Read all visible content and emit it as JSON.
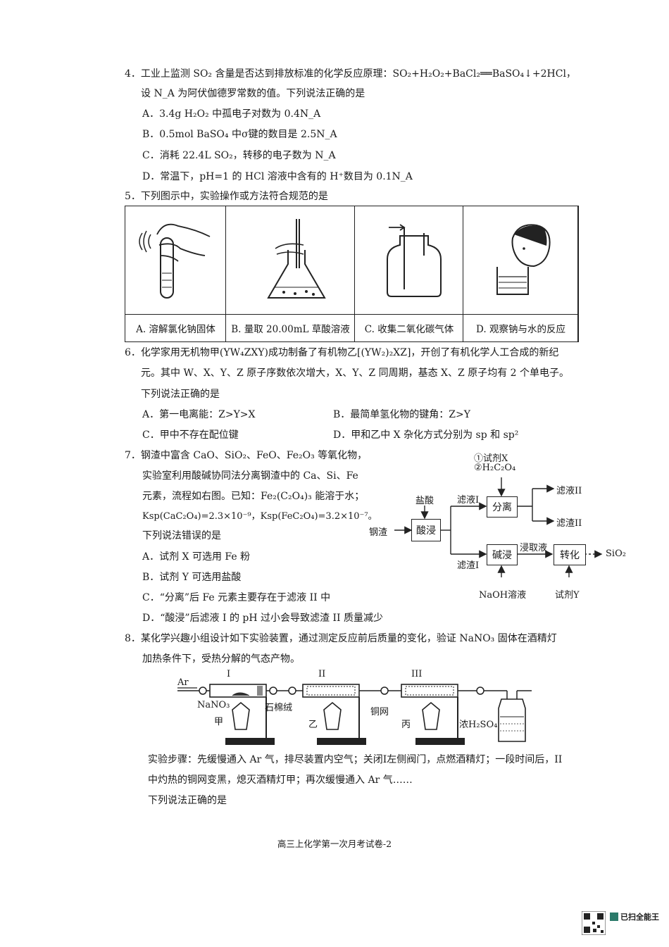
{
  "q4": {
    "stem_1": "4．工业上监测 SO₂ 含量是否达到排放标准的化学反应原理：SO₂+H₂O₂+BaCl₂══BaSO₄↓+2HCl，",
    "stem_2": "设 N_A 为阿伏伽德罗常数的值。下列说法正确的是",
    "A": "A．3.4g H₂O₂ 中孤电子对数为 0.4N_A",
    "B": "B．0.5mol BaSO₄ 中σ键的数目是 2.5N_A",
    "C": "C．消耗 22.4L SO₂，转移的电子数为 N_A",
    "D": "D．常温下，pH=1 的 HCl 溶液中含有的 H⁺数目为 0.1N_A"
  },
  "q5": {
    "stem": "5．下列图示中，实验操作或方法符合规范的是",
    "captions": [
      "A. 溶解氯化钠固体",
      "B. 量取 20.00mL 草酸溶液",
      "C. 收集二氧化碳气体",
      "D. 观察钠与水的反应"
    ]
  },
  "q6": {
    "stem_1": "6．化学家用无机物甲(YW₄ZXY)成功制备了有机物乙[(YW₂)₂XZ]，开创了有机化学人工合成的新纪",
    "stem_2": "元。其中 W、X、Y、Z 原子序数依次增大，X、Y、Z 同周期，基态 X、Z 原子均有 2 个单电子。",
    "stem_3": "下列说法正确的是",
    "A": "A．第一电离能：Z>Y>X",
    "B": "B．最简单氢化物的键角：Z>Y",
    "C": "C．甲中不存在配位键",
    "D": "D．甲和乙中 X 杂化方式分别为 sp 和 sp²"
  },
  "q7": {
    "stem_1": "7．钢渣中富含 CaO、SiO₂、FeO、Fe₂O₃ 等氧化物，",
    "stem_2": "实验室利用酸碱协同法分离钢渣中的 Ca、Si、Fe",
    "stem_3": "元素，流程如右图。已知：Fe₂(C₂O₄)₃ 能溶于水；",
    "stem_4": "Ksp(CaC₂O₄)=2.3×10⁻⁹，Ksp(FeC₂O₄)=3.2×10⁻⁷。",
    "stem_5": "下列说法错误的是",
    "A": "A．试剂 X 可选用 Fe 粉",
    "B": "B．试剂 Y 可选用盐酸",
    "C": "C．“分离”后 Fe 元素主要存在于滤液 II 中",
    "D": "D．“酸浸”后滤液 I 的 pH 过小会导致滤渣 II 质量减少",
    "flow": {
      "reagent_1": "①试剂X",
      "reagent_2": "②H₂C₂O₄",
      "hcl": "盐酸",
      "filtrate_1": "滤液I",
      "separate": "分离",
      "filtrate_2": "滤液II",
      "residue_2": "滤渣II",
      "slag": "钢渣",
      "acid_leach": "酸浸",
      "residue_1": "滤渣I",
      "alkali_leach": "碱浸",
      "leachate": "浸取液",
      "convert": "转化",
      "product": "SiO₂",
      "naoh": "NaOH溶液",
      "reagent_y": "试剂Y"
    }
  },
  "q8": {
    "stem_1": "8．某化学兴趣小组设计如下实验装置，通过测定反应前后质量的变化，验证 NaNO₃ 固体在酒精灯",
    "stem_2": "加热条件下，受热分解的气态产物。",
    "labels": {
      "ar": "Ar",
      "tube_1": "I",
      "tube_2": "II",
      "tube_3": "III",
      "nano3": "NaNO₃",
      "asbestos": "石棉绒",
      "copper_mesh": "铜网",
      "lamp_1": "甲",
      "lamp_2": "乙",
      "lamp_3": "丙",
      "h2so4": "浓H₂SO₄"
    },
    "steps_1": "实验步骤：先缓慢通入 Ar 气，排尽装置内空气；关闭I左侧阀门，点燃酒精灯；一段时间后，II",
    "steps_2": "中灼热的铜网变黑，熄灭酒精灯甲；再次缓慢通入 Ar 气……",
    "ask": "下列说法正确的是"
  },
  "footer": "高三上化学第一次月考试卷-2",
  "badge": "已扫全能王"
}
